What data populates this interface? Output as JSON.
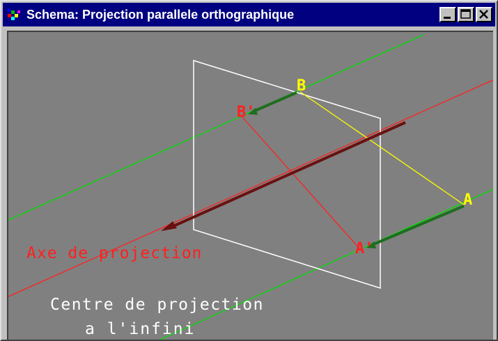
{
  "window": {
    "title": "Schema: Projection parallele orthographique",
    "icon": "app-colorful-icon",
    "buttons": [
      "minimize-icon",
      "maximize-icon",
      "close-icon"
    ]
  },
  "scene": {
    "points": {
      "b": "B",
      "b_prime": "B'",
      "a": "A",
      "a_prime": "A'"
    },
    "axis_label": "Axe de projection",
    "center_label_line1": "Centre de projection",
    "center_label_line2": "a l'infini"
  },
  "colors": {
    "background": "#808080",
    "titlebar": "#000080",
    "projection_plane": "#ffffff",
    "green_lines": "#00e000",
    "red_lines": "#ff2020",
    "yellow": "#ffff00",
    "axis_arrow": "#6a1010",
    "proj_arrow": "#1e6e1e",
    "label_white": "#ffffff"
  }
}
